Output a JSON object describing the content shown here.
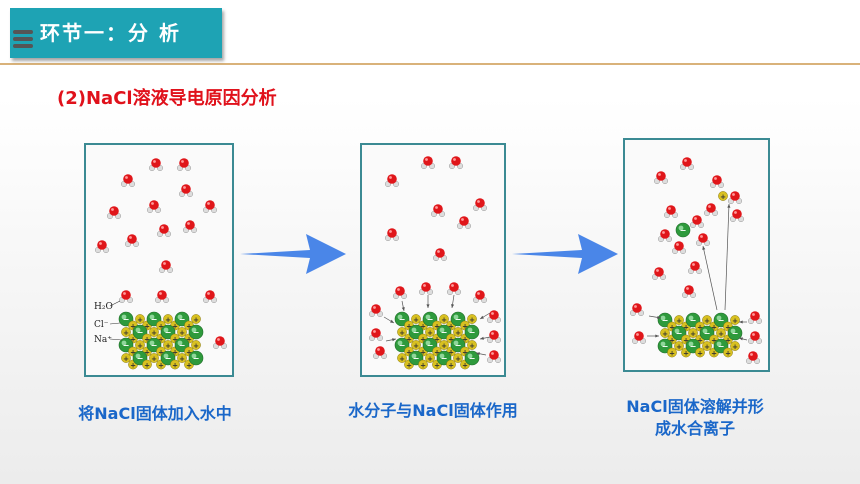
{
  "header": {
    "title": "环节一：分 析"
  },
  "subtitle": "(2)NaCl溶液导电原因分析",
  "panels": [
    {
      "caption": "将NaCl固体加入水中",
      "labels": {
        "water": "H₂O",
        "chloride": "Cl⁻",
        "sodium": "Na⁺"
      }
    },
    {
      "caption": "水分子与NaCl固体作用"
    },
    {
      "caption_line1": "NaCl固体溶解并形",
      "caption_line2": "成水合离子"
    }
  ],
  "ion_symbols": {
    "cation": "+",
    "anion": "−"
  },
  "colors": {
    "badge": "#1ea3b4",
    "subtitle": "#e0111b",
    "caption": "#1a67c9",
    "chloride": "#2e9a3c",
    "sodium": "#d8c020",
    "oxygen": "#e0161a",
    "arrow": "#4a86e8"
  },
  "icons": [
    "notebook-coil-icon",
    "right-arrow-icon"
  ]
}
